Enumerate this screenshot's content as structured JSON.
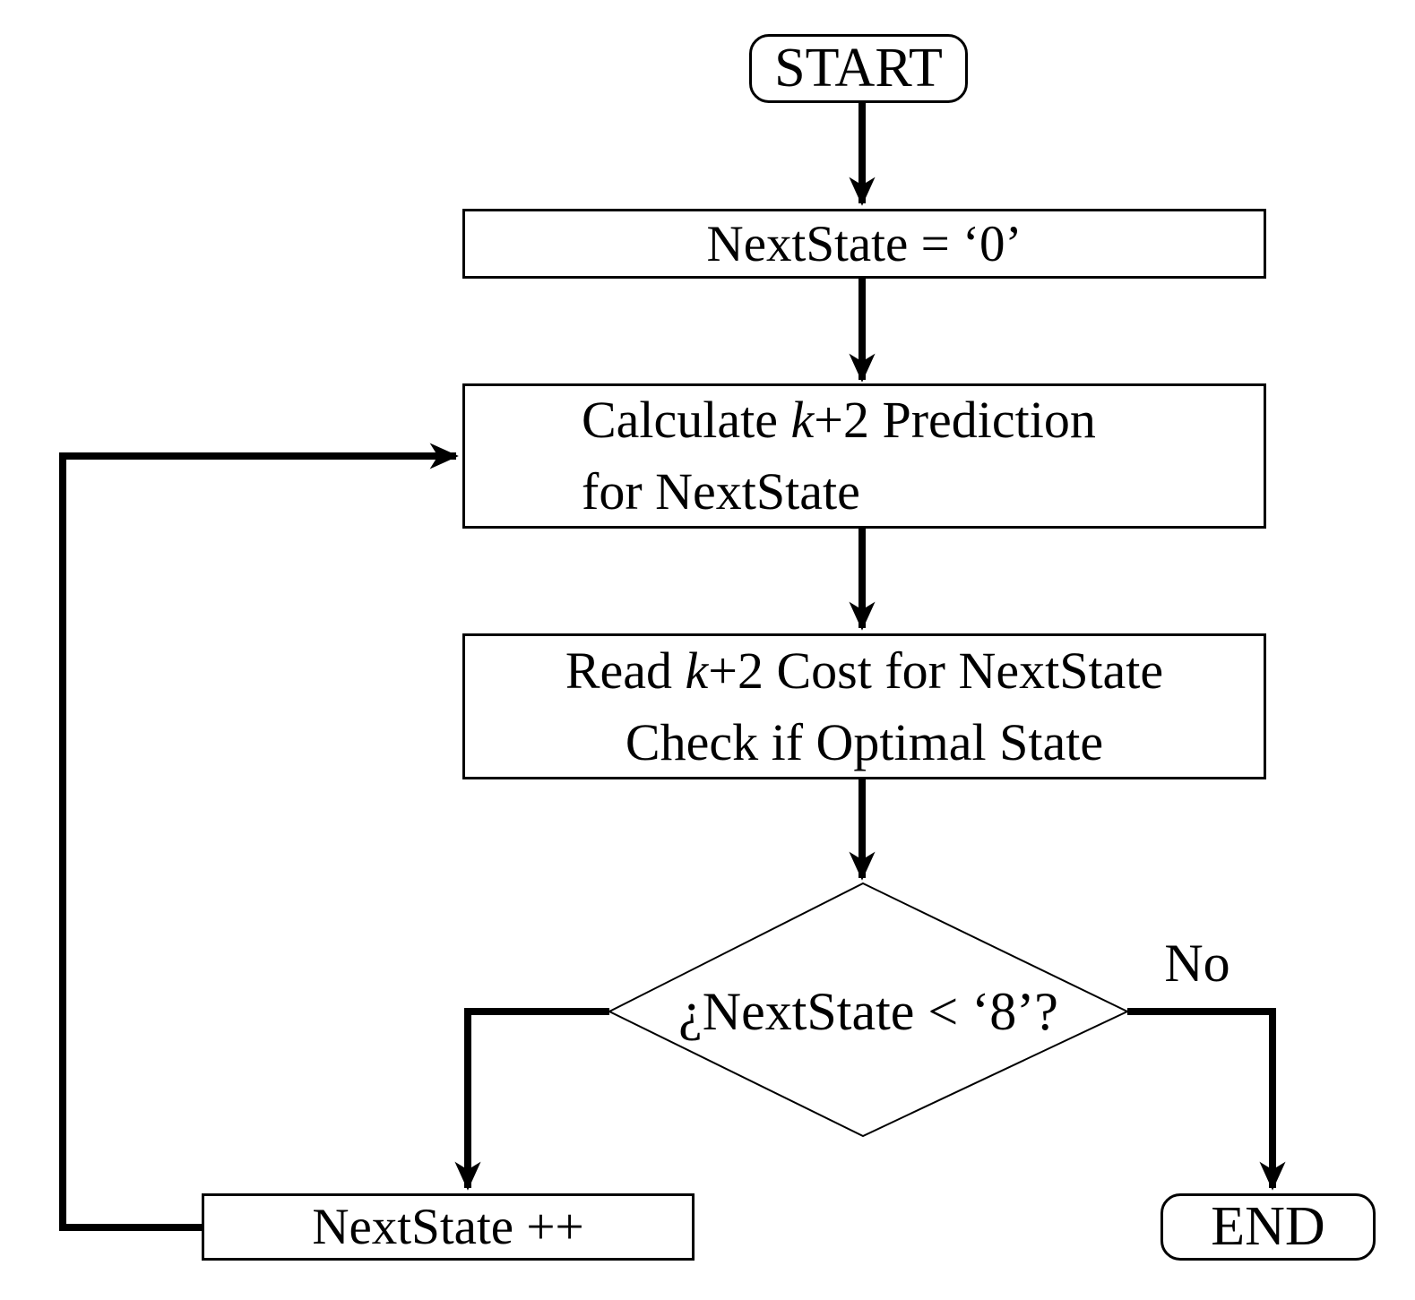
{
  "diagram": {
    "background_color": "#ffffff",
    "stroke_color": "#000000",
    "nodes": {
      "start": {
        "label": "START"
      },
      "init": {
        "label": "NextState = ‘0’"
      },
      "calc": {
        "line1_pre": "Calculate ",
        "line1_var": "k",
        "line1_post": "+2 Prediction",
        "line2": "for NextState"
      },
      "read": {
        "line1_pre": "Read ",
        "line1_var": "k",
        "line1_post": "+2 Cost for NextState",
        "line2": "Check if Optimal State"
      },
      "decision": {
        "label": "¿NextState < ‘8’?"
      },
      "increment": {
        "label": "NextState ++"
      },
      "end": {
        "label": "END"
      }
    },
    "edge_labels": {
      "no": "No"
    }
  }
}
